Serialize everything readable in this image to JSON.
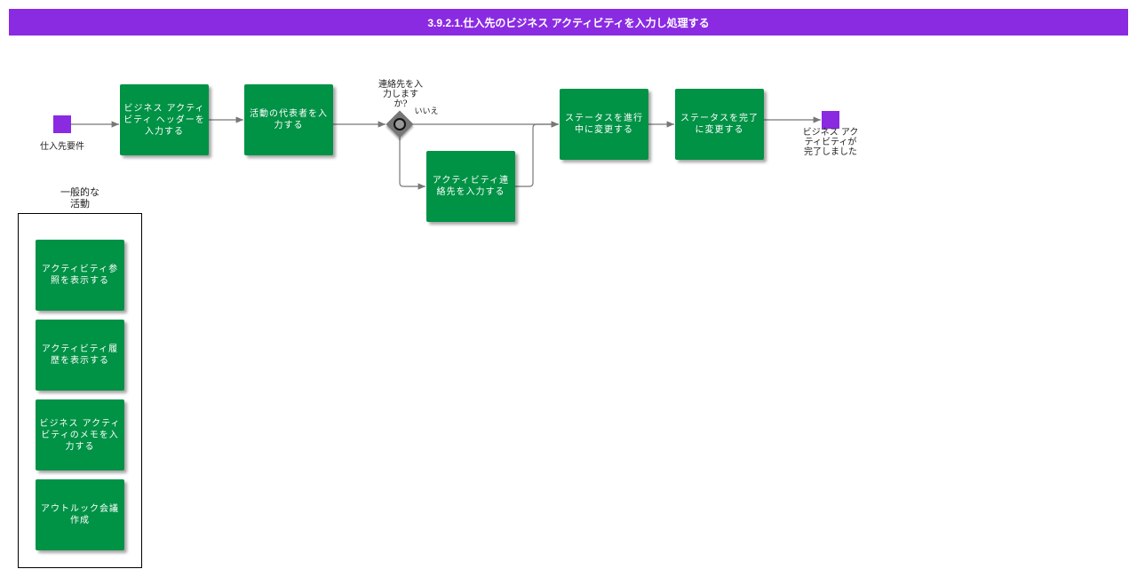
{
  "title": "3.9.2.1.仕入先のビジネス アクティビティを入力し処理する",
  "start_event": {
    "label": "仕入先要件"
  },
  "end_event": {
    "label": "ビジネス アクティビティが完了しました"
  },
  "gateway": {
    "question": "連絡先を入力しますか?",
    "no_label": "いいえ"
  },
  "tasks": {
    "enter_header": "ビジネス アクティビティ ヘッダーを入力する",
    "enter_rep": "活動の代表者を入力する",
    "enter_contact": "アクティビティ連絡先を入力する",
    "status_in_progress": "ステータスを進行中に変更する",
    "status_complete": "ステータスを完了に変更する"
  },
  "general_activities": {
    "label": "一般的な活動",
    "items": [
      "アクティビティ参照を表示する",
      "アクティビティ履歴を表示する",
      "ビジネス アクティビティのメモを入力する",
      "アウトルック会議作成"
    ]
  },
  "colors": {
    "header": "#8a2be2",
    "task": "#009245",
    "event": "#8a2be2",
    "gateway": "#777777"
  }
}
